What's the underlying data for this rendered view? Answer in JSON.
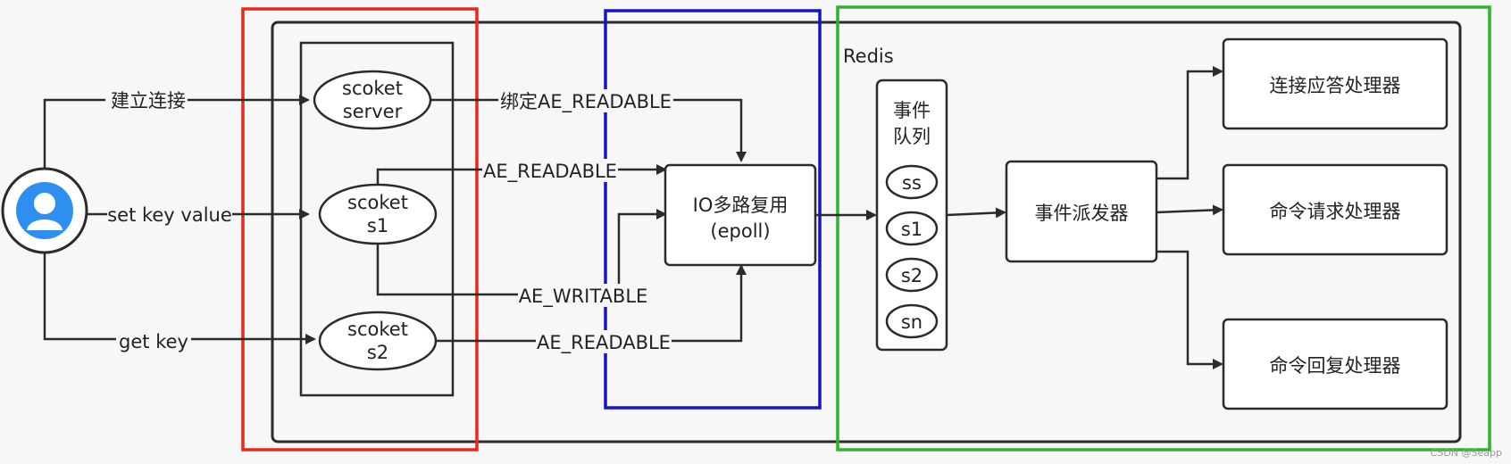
{
  "title": "Redis",
  "client": {
    "icon": "user-avatar-icon"
  },
  "edges": {
    "connect": "建立连接",
    "set": "set key value",
    "get": "get key",
    "bind_readable": "绑定AE_READABLE",
    "s1_readable": "AE_READABLE",
    "s1_writable": "AE_WRITABLE",
    "s2_readable": "AE_READABLE"
  },
  "sockets": {
    "server": [
      "scoket",
      "server"
    ],
    "s1": [
      "scoket",
      "s1"
    ],
    "s2": [
      "scoket",
      "s2"
    ]
  },
  "io": [
    "IO多路复用",
    "(epoll)"
  ],
  "queue": {
    "label": [
      "事件",
      "队列"
    ],
    "items": [
      "ss",
      "s1",
      "s2",
      "sn"
    ]
  },
  "dispatcher": "事件派发器",
  "handlers": [
    "连接应答处理器",
    "命令请求处理器",
    "命令回复处理器"
  ],
  "watermark": "CSDN @Seapp",
  "colors": {
    "line": "#2b2b2b",
    "red_box": "#e8281c",
    "blue_box": "#1414c8",
    "green_box": "#2db32d",
    "avatar": "#2f8ff0",
    "background": "#f7f7f7"
  }
}
